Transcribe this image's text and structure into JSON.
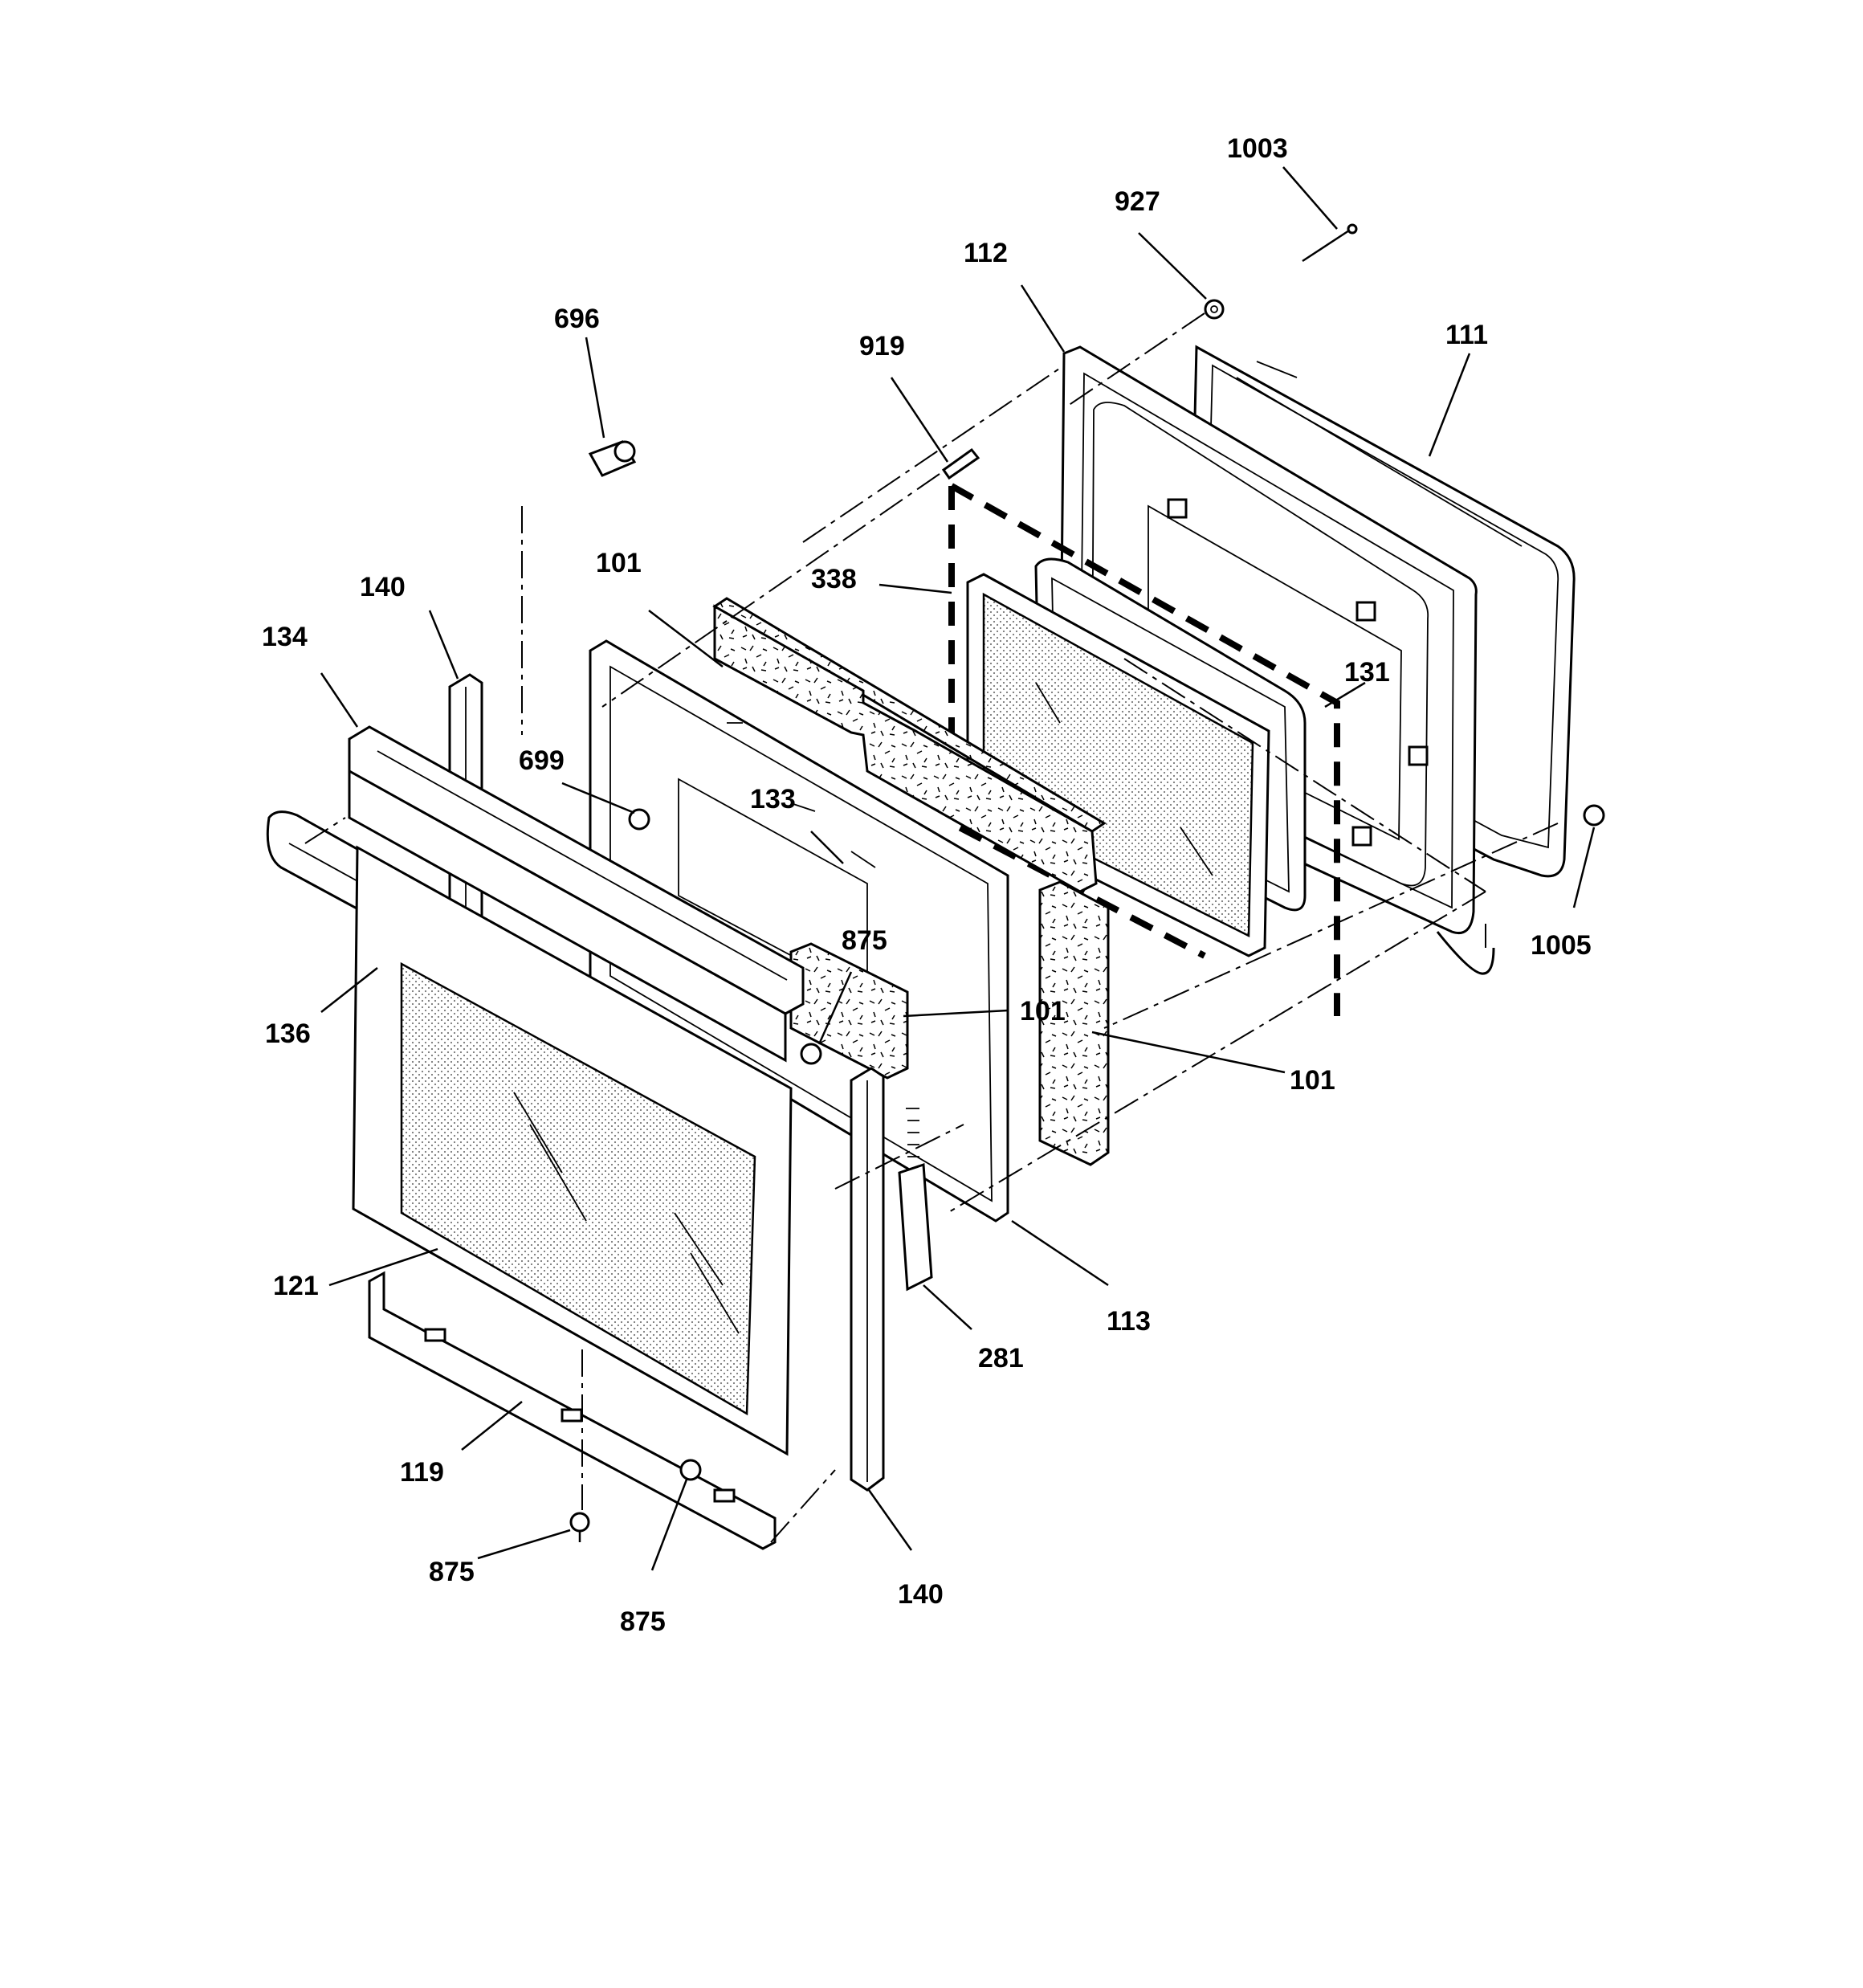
{
  "diagram": {
    "labels": {
      "p1003": "1003",
      "p927": "927",
      "p112": "112",
      "p111": "111",
      "p696": "696",
      "p919": "919",
      "p140_top": "140",
      "p101_top": "101",
      "p338": "338",
      "p134": "134",
      "p131": "131",
      "p699": "699",
      "p133": "133",
      "p1005": "1005",
      "p875_top": "875",
      "p101_mid": "101",
      "p136": "136",
      "p101_right": "101",
      "p121": "121",
      "p113": "113",
      "p281": "281",
      "p119": "119",
      "p875_left": "875",
      "p875_bottom": "875",
      "p140_bottom": "140"
    }
  }
}
